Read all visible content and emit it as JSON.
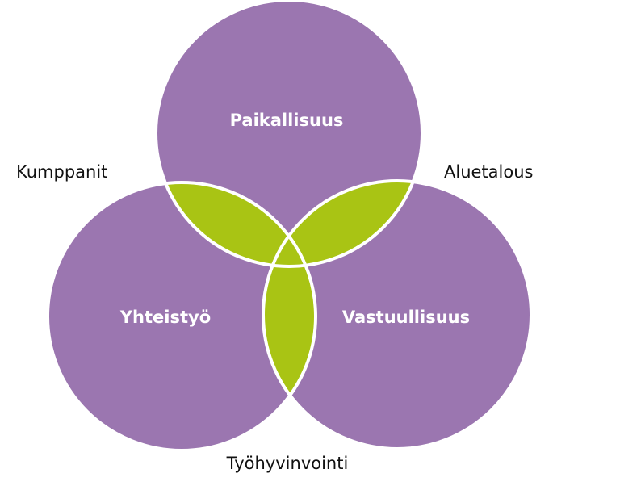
{
  "colors": {
    "circle": "#9b76b0",
    "overlap": "#a9c414",
    "outline": "#ffffff"
  },
  "circles": {
    "top": "Paikallisuus",
    "left": "Yhteistyö",
    "right": "Vastuullisuus"
  },
  "outer_labels": {
    "top_left": "Kumppanit",
    "top_right": "Aluetalous",
    "bottom": "Työhyvinvointi"
  }
}
